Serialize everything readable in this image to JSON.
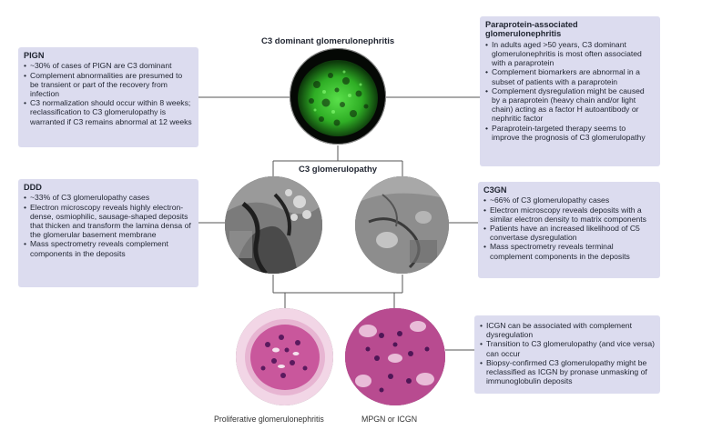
{
  "top": {
    "title": "C3 dominant glomerulonephritis"
  },
  "middle": {
    "title": "C3 glomerulopathy"
  },
  "pign": {
    "heading": "PIGN",
    "items": [
      "~30% of cases of PIGN are C3 dominant",
      "Complement abnormalities are presumed to be transient or part of the recovery from infection",
      "C3 normalization should occur within 8 weeks; reclassification to C3 glomerulopathy is warranted if C3 remains abnormal at 12 weeks"
    ]
  },
  "paraprotein": {
    "heading": "Paraprotein-associated glomerulonephritis",
    "items": [
      "In adults aged >50 years, C3 dominant glomerulonephritis is most often associated with a paraprotein",
      "Complement biomarkers are abnormal in a subset of patients with a paraprotein",
      "Complement dysregulation might be caused by a paraprotein (heavy chain and/or light chain) acting as a factor H autoantibody or nephritic factor",
      "Paraprotein-targeted therapy seems to improve the prognosis of C3 glomerulopathy"
    ]
  },
  "ddd": {
    "heading": "DDD",
    "items": [
      "~33% of C3 glomerulopathy cases",
      "Electron microscopy reveals highly electron-dense, osmiophilic, sausage-shaped deposits that thicken and transform the lamina densa of the glomerular basement membrane",
      "Mass spectrometry reveals complement components in the deposits"
    ]
  },
  "c3gn": {
    "heading": "C3GN",
    "items": [
      "~66% of C3 glomerulopathy cases",
      "Electron microscopy reveals deposits with a similar electron density to matrix components",
      "Patients have an increased likelihood of C5 convertase dysregulation",
      "Mass spectrometry reveals terminal complement components in the deposits"
    ]
  },
  "icgn": {
    "items": [
      "ICGN can be associated with complement dysregulation",
      "Transition to C3 glomerulopathy (and vice versa) can occur",
      "Biopsy-confirmed C3 glomerulopathy might be reclassified as ICGN by pronase unmasking of immunoglobulin deposits"
    ]
  },
  "captions": {
    "left": "Proliferative glomerulonephritis",
    "right": "MPGN or ICGN"
  },
  "colors": {
    "box_fill": "#dcdcef",
    "line": "#555555",
    "fluorescence": "#39c22e",
    "pas_stain": "#b5408e"
  }
}
